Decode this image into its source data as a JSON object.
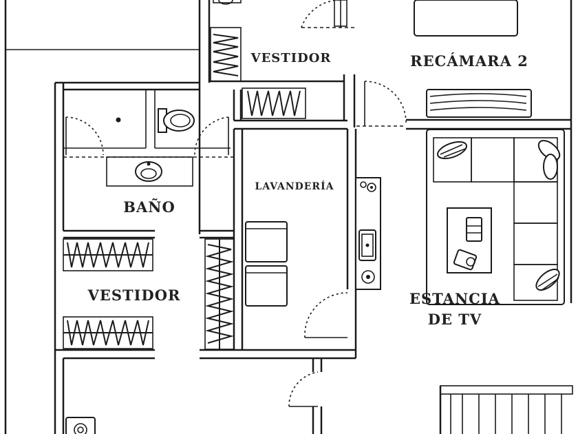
{
  "rooms": {
    "vestidor_top": "VESTIDOR",
    "recamara2": "RECÁMARA 2",
    "lavanderia": "LAVANDERÍA",
    "bano": "BAÑO",
    "vestidor_left": "VESTIDOR",
    "estancia_line1": "ESTANCIA",
    "estancia_line2": "DE TV"
  },
  "colors": {
    "ink": "#1a1a1a",
    "background": "#ffffff",
    "fill_grey": "#e6e6e6"
  }
}
